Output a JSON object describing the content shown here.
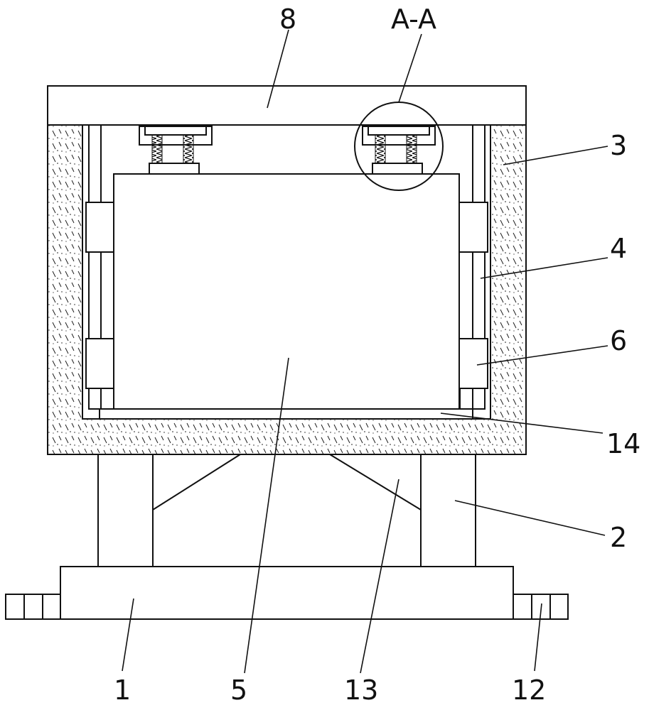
{
  "labels": {
    "l8": "8",
    "lAA": "A-A",
    "l3": "3",
    "l4": "4",
    "l6": "6",
    "l14": "14",
    "l2": "2",
    "l1": "1",
    "l5": "5",
    "l13": "13",
    "l12": "12"
  },
  "colors": {
    "line": "#111111",
    "background": "#ffffff"
  }
}
